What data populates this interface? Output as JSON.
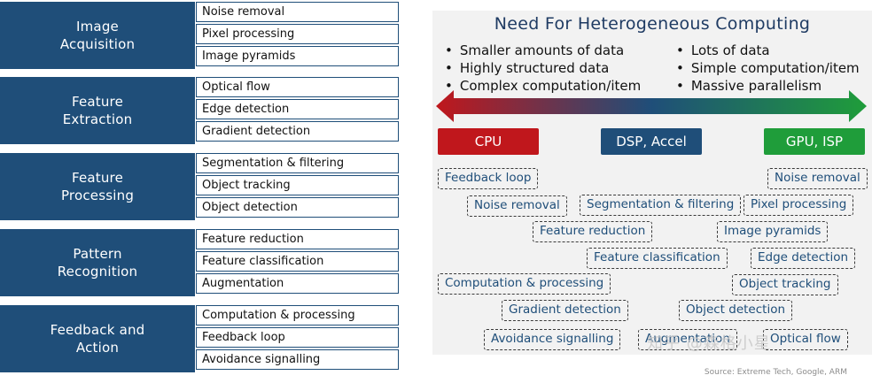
{
  "pipeline": [
    {
      "stage": "Image\nAcquisition",
      "tasks": [
        "Noise removal",
        "Pixel processing",
        "Image pyramids"
      ]
    },
    {
      "stage": "Feature\nExtraction",
      "tasks": [
        "Optical flow",
        "Edge detection",
        "Gradient detection"
      ]
    },
    {
      "stage": "Feature\nProcessing",
      "tasks": [
        "Segmentation & filtering",
        "Object tracking",
        "Object detection"
      ]
    },
    {
      "stage": "Pattern\nRecognition",
      "tasks": [
        "Feature reduction",
        "Feature classification",
        "Augmentation"
      ]
    },
    {
      "stage": "Feedback and\nAction",
      "tasks": [
        "Computation & processing",
        "Feedback loop",
        "Avoidance signalling"
      ]
    }
  ],
  "panel": {
    "title": "Need For Heterogeneous Computing",
    "left_bullets": [
      "Smaller amounts of data",
      "Highly structured data",
      "Complex computation/item"
    ],
    "right_bullets": [
      "Lots of data",
      "Simple computation/item",
      "Massive parallelism"
    ],
    "processors": {
      "cpu": {
        "label": "CPU",
        "color": "#c0171c"
      },
      "dsp": {
        "label": "DSP, Accel",
        "color": "#1f4e79"
      },
      "gpu": {
        "label": "GPU, ISP",
        "color": "#1f9d3a"
      }
    },
    "arrow_colors": {
      "left": "#c0171c",
      "mid": "#1f4e79",
      "right": "#1f9d3a"
    },
    "tags": [
      "Feedback loop",
      "Noise removal",
      "Noise removal",
      "Segmentation & filtering",
      "Pixel processing",
      "Feature reduction",
      "Image pyramids",
      "Feature classification",
      "Edge detection",
      "Computation & processing",
      "Object tracking",
      "Gradient detection",
      "Object detection",
      "Avoidance signalling",
      "Augmentation",
      "Optical flow"
    ]
  },
  "watermark": "知乎 @森格小星",
  "source": "Source: Extreme Tech, Google, ARM",
  "colors": {
    "stage": "#1f4e79",
    "panel_bg": "#f2f2f2",
    "tag_text": "#1f4e79"
  }
}
